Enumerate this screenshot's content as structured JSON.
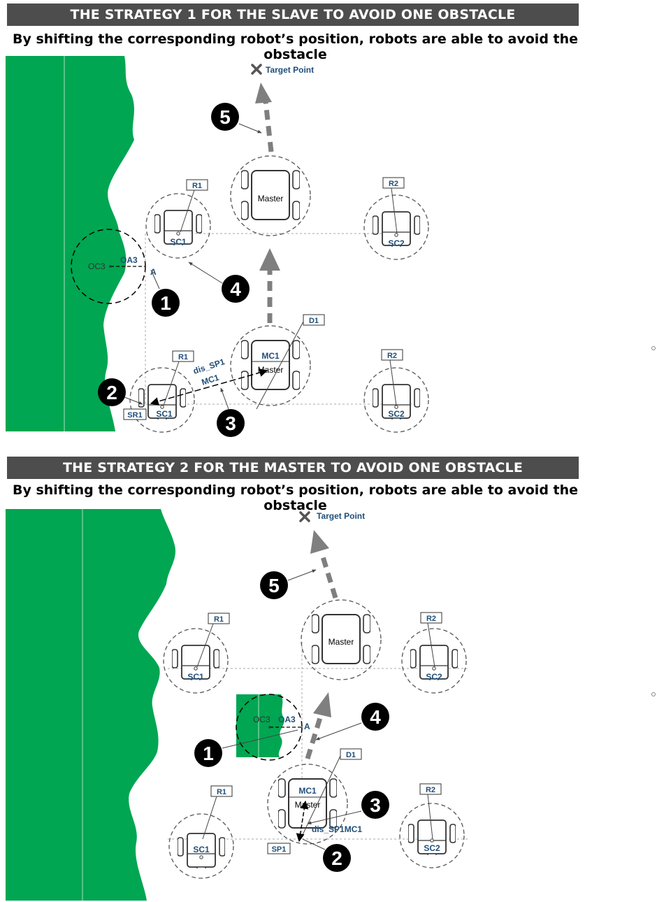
{
  "colors": {
    "obstacle": "#00a651",
    "banner": "#4d4d4d",
    "label_text": "#1f4e79",
    "path": "#7f7f7f"
  },
  "panel1": {
    "title": "THE STRATEGY 1 FOR THE SLAVE TO AVOID ONE OBSTACLE",
    "subtitle": "By shifting the corresponding robot’s position, robots are able to avoid the obstacle",
    "target": "Target Point",
    "labels": {
      "r1": "R1",
      "r2": "R2",
      "sc1": "SC1",
      "sc2": "SC2",
      "master": "Master",
      "oc3": "OC3",
      "oa3": "OA3",
      "a": "A",
      "d1": "D1",
      "mc1": "MC1",
      "sr1": "SR1",
      "dis": "dis_SP1",
      "dis_mc1": "MC1"
    },
    "steps": [
      "1",
      "2",
      "3",
      "4",
      "5"
    ]
  },
  "panel2": {
    "title": "THE STRATEGY 2 FOR THE MASTER TO AVOID ONE OBSTACLE",
    "subtitle": "By shifting the corresponding robot’s position, robots are able to avoid the obstacle",
    "target": "Target Point",
    "labels": {
      "r1": "R1",
      "r2": "R2",
      "sc1": "SC1",
      "sc2": "SC2",
      "master": "Master",
      "oc3": "OC3",
      "oa3": "OA3",
      "a": "A",
      "d1": "D1",
      "mc1": "MC1",
      "sp1": "SP1",
      "dis": "dis_SP1MC1"
    },
    "steps": [
      "1",
      "2",
      "3",
      "4",
      "5"
    ]
  }
}
